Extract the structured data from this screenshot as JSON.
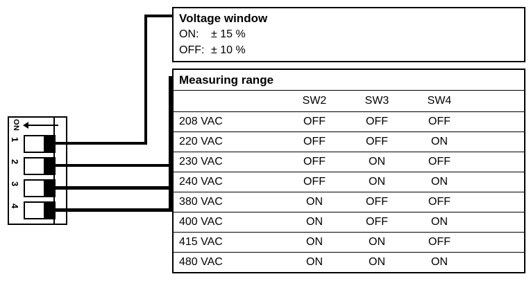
{
  "dip_switch": {
    "on_label": "ON",
    "direction_arrow": "left-arrow",
    "switch_labels": [
      "1",
      "2",
      "3",
      "4"
    ],
    "switch_positions": [
      "OFF",
      "OFF",
      "OFF",
      "OFF"
    ]
  },
  "voltage_window": {
    "title": "Voltage window",
    "rows": [
      {
        "label": "ON:",
        "value": "± 15 %"
      },
      {
        "label": "OFF:",
        "value": "± 10 %"
      }
    ]
  },
  "measuring_range": {
    "title": "Measuring range",
    "headers": [
      "",
      "SW2",
      "SW3",
      "SW4"
    ],
    "rows": [
      {
        "range": "208 VAC",
        "sw2": "OFF",
        "sw3": "OFF",
        "sw4": "OFF"
      },
      {
        "range": "220 VAC",
        "sw2": "OFF",
        "sw3": "OFF",
        "sw4": "ON"
      },
      {
        "range": "230 VAC",
        "sw2": "OFF",
        "sw3": "ON",
        "sw4": "OFF"
      },
      {
        "range": "240 VAC",
        "sw2": "OFF",
        "sw3": "ON",
        "sw4": "ON"
      },
      {
        "range": "380 VAC",
        "sw2": "ON",
        "sw3": "OFF",
        "sw4": "OFF"
      },
      {
        "range": "400 VAC",
        "sw2": "ON",
        "sw3": "OFF",
        "sw4": "ON"
      },
      {
        "range": "415 VAC",
        "sw2": "ON",
        "sw3": "ON",
        "sw4": "OFF"
      },
      {
        "range": "480 VAC",
        "sw2": "ON",
        "sw3": "ON",
        "sw4": "ON"
      }
    ]
  },
  "colors": {
    "line": "#000000",
    "background": "#ffffff"
  }
}
